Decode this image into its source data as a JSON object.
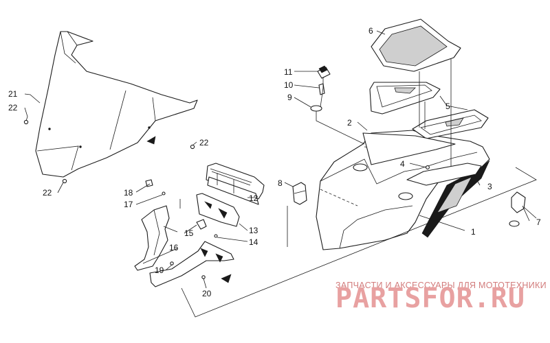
{
  "callouts": {
    "c1": "1",
    "c2": "2",
    "c3": "3",
    "c4": "4",
    "c5": "5",
    "c6": "6",
    "c7": "7",
    "c8": "8",
    "c9": "9",
    "c10": "10",
    "c11": "11",
    "c12": "12",
    "c13": "13",
    "c14": "14",
    "c15": "15",
    "c16": "16",
    "c17": "17",
    "c18": "18",
    "c19": "19",
    "c20": "20",
    "c21": "21",
    "c22a": "22",
    "c22b": "22",
    "c22c": "22"
  },
  "watermark": {
    "tagline": "ЗАПЧАСТИ И АКСЕССУАРЫ ДЛЯ МОТОТЕХНИКИ",
    "logo": "PARTSFOR.RU"
  }
}
